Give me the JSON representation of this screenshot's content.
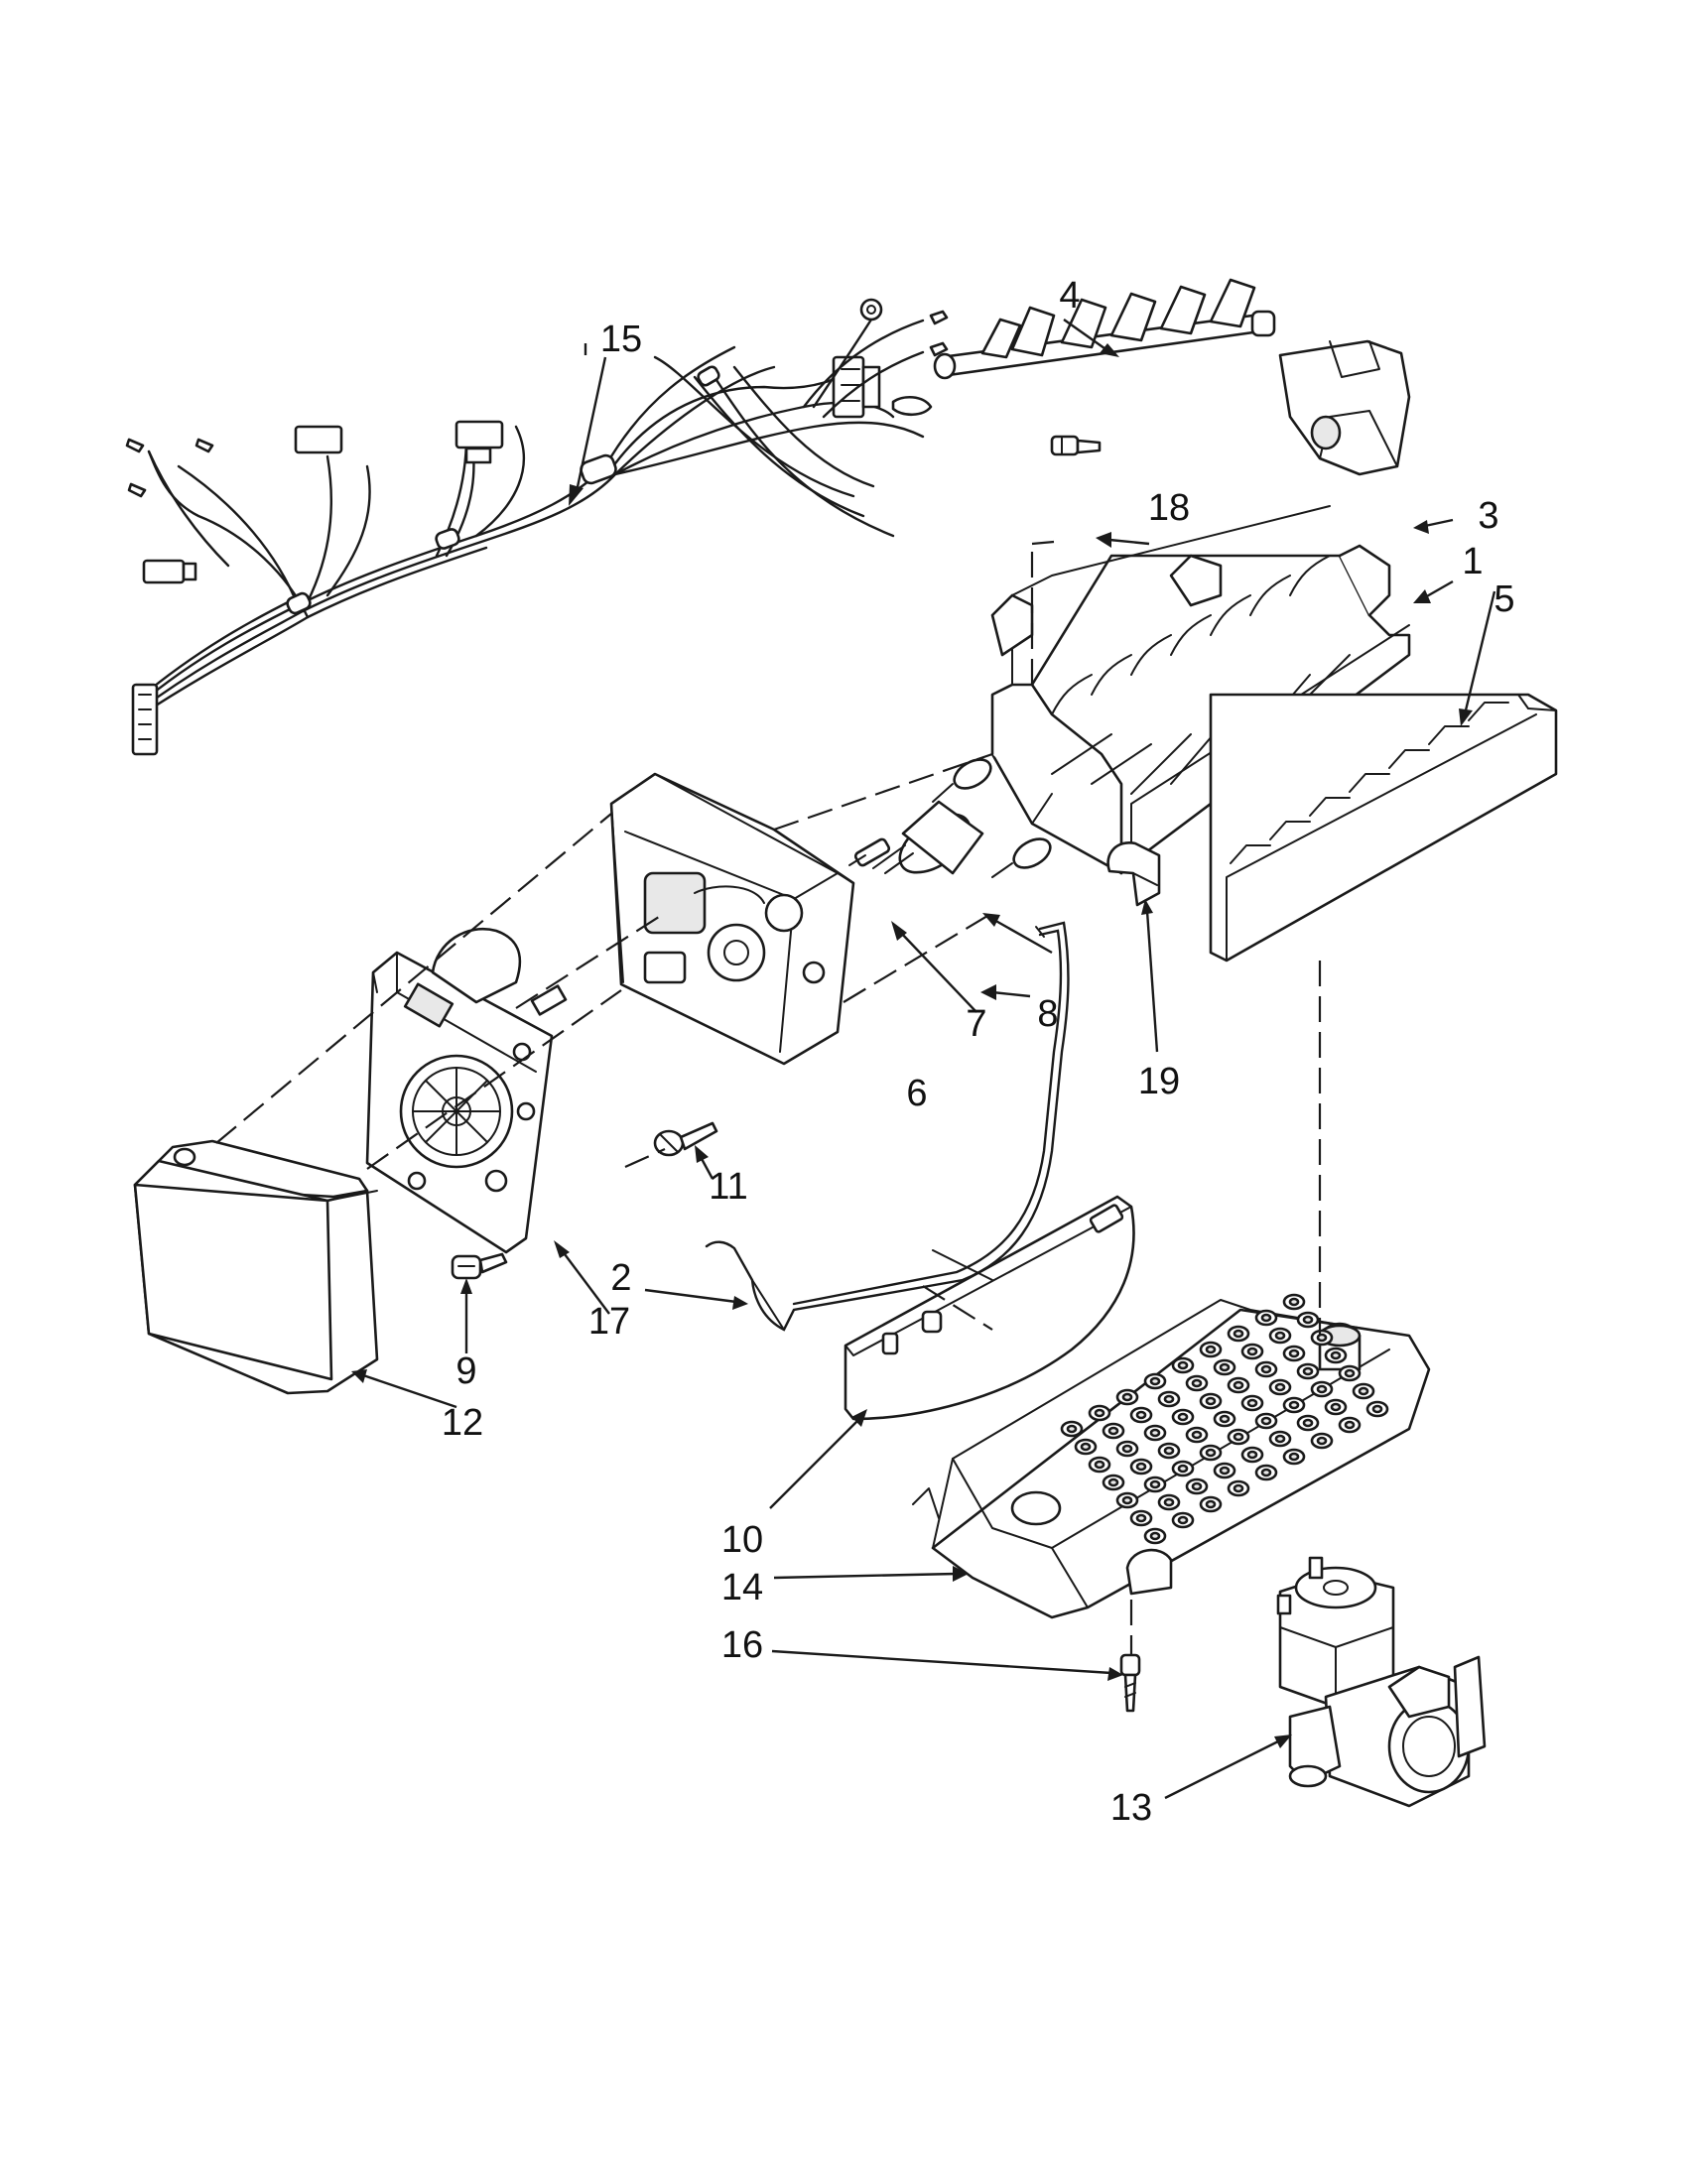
{
  "diagram": {
    "callouts": [
      {
        "id": "callout-1",
        "text": "1"
      },
      {
        "id": "callout-2",
        "text": "2"
      },
      {
        "id": "callout-3",
        "text": "3"
      },
      {
        "id": "callout-4",
        "text": "4"
      },
      {
        "id": "callout-5",
        "text": "5"
      },
      {
        "id": "callout-6",
        "text": "6"
      },
      {
        "id": "callout-7",
        "text": "7"
      },
      {
        "id": "callout-8",
        "text": "8"
      },
      {
        "id": "callout-9",
        "text": "9"
      },
      {
        "id": "callout-10",
        "text": "10"
      },
      {
        "id": "callout-11",
        "text": "11"
      },
      {
        "id": "callout-12",
        "text": "12"
      },
      {
        "id": "callout-13",
        "text": "13"
      },
      {
        "id": "callout-14",
        "text": "14"
      },
      {
        "id": "callout-15",
        "text": "15"
      },
      {
        "id": "callout-16",
        "text": "16"
      },
      {
        "id": "callout-17",
        "text": "17"
      },
      {
        "id": "callout-18",
        "text": "18"
      },
      {
        "id": "callout-19",
        "text": "19"
      }
    ]
  }
}
